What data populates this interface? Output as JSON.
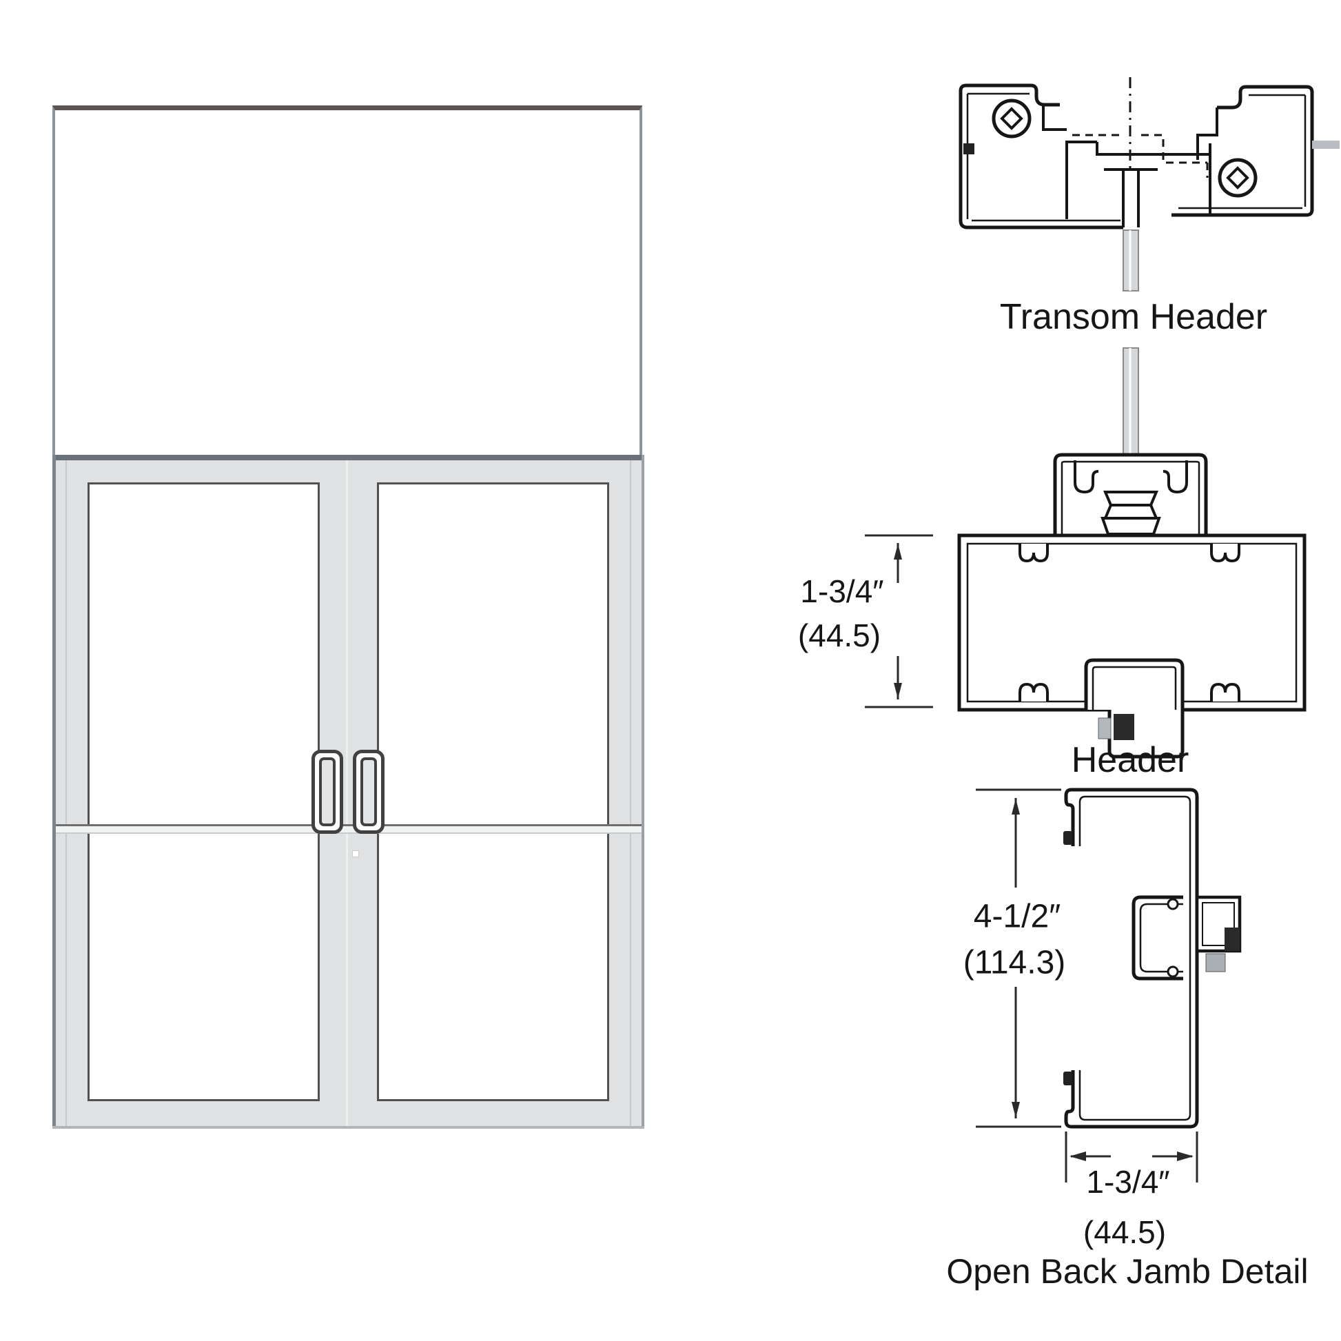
{
  "page": {
    "background": "#ffffff"
  },
  "elevation": {
    "description": "double door with transom, front elevation",
    "frame_fill": "#dfe1e2",
    "frame_edge": "#7e858d",
    "glass_outline": "#515151",
    "transom_top_color": "#5c5355"
  },
  "details": {
    "transom_header": {
      "label": "Transom Header"
    },
    "header": {
      "label": "Header",
      "dim_primary": "1-3/4″",
      "dim_metric": "(44.5)"
    },
    "jamb": {
      "label": "Open Back Jamb Detail",
      "height_primary": "4-1/2″",
      "height_metric": "(114.3)",
      "width_primary": "1-3/4″",
      "width_metric": "(44.5)"
    }
  },
  "colors": {
    "line": "#161616",
    "glass_gray": "#d5d7d8",
    "clip_gray": "#b3b8bc",
    "dark_fill": "#2a2a2a"
  }
}
